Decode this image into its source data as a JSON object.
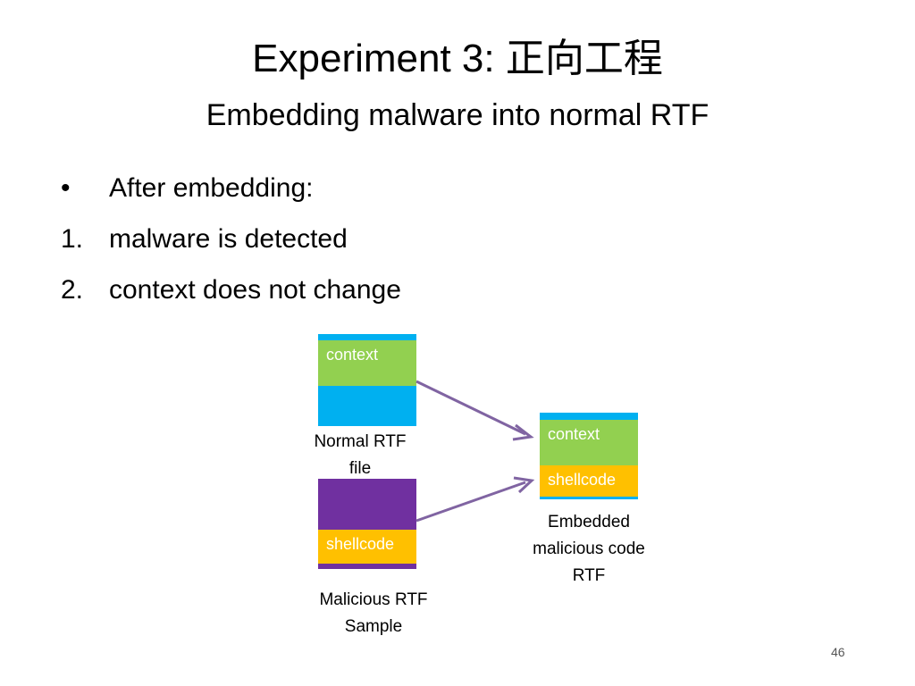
{
  "slide": {
    "title": "Experiment 3: 正向工程",
    "subtitle": "Embedding malware into normal RTF",
    "bullets": [
      {
        "marker": "•",
        "text": "After embedding:"
      },
      {
        "marker": "1.",
        "text": "malware is detected"
      },
      {
        "marker": "2.",
        "text": "context does not change"
      }
    ],
    "page_number": "46"
  },
  "diagram": {
    "normal_file": {
      "segment_label": "context",
      "caption_line1": "Normal  RTF",
      "caption_line2": "file"
    },
    "malicious_file": {
      "segment_label": "shellcode",
      "caption_line1": "Malicious  RTF",
      "caption_line2": "Sample"
    },
    "embedded_file": {
      "context_label": "context",
      "shellcode_label": "shellcode",
      "caption_line1": "Embedded",
      "caption_line2": "malicious code",
      "caption_line3": "RTF"
    },
    "colors": {
      "container_blue": "#00B0F0",
      "context_green": "#92D050",
      "malware_purple": "#7030A0",
      "shellcode_yellow": "#FFC000",
      "arrow": "#8064A2"
    }
  }
}
